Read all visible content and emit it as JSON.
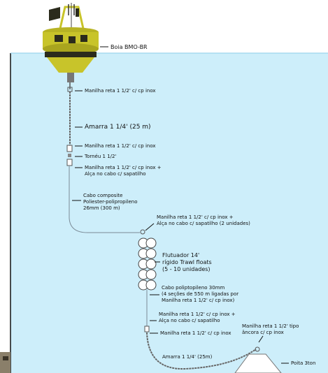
{
  "labels": {
    "buoy": "Boia BMO-BR",
    "shackle_top": "Manilha reta 1 1/2' c/ cp inox",
    "chain_top": "Amarra 1 1/4' (25 m)",
    "shackle_2": "Manilha reta 1 1/2' c/ cp inox",
    "swivel": "Tornéu 1 1/2'",
    "shackle_3": "Manilha reta 1 1/2' c/ cp inox +\nAlça no cabo c/ sapatilho",
    "composite_cable": "Cabo composite\nPoliester-polipropileno\n26mm (300 m)",
    "shackle_4": "Manilha reta 1 1/2' c/ cp inox +\nAlça no cabo c/ sapatilho (2 unidades)",
    "floats": "Flutuador 14'\nrígido Trawl floats\n(5 - 10 unidades)",
    "pp_cable": "Cabo poliptopileno 30mm\n(4 seções de 550 m ligadas por\nManilha reta 1 1/2' c/ cp inox)",
    "shackle_5": "Manilha reta 1 1/2' c/ cp inox +\nAlça no cabo c/ sapatilho",
    "shackle_6": "Manilha reta 1 1/2' c/ cp inox",
    "anchor_shackle": "Manilha reta 1 1/2' tipo\nâncora c/ cp inox",
    "chain_bottom": "Amarra 1 1/4' (25m)",
    "anchor": "Poita 3ton"
  },
  "colors": {
    "water": "#cdeefa",
    "buoy_yellow": "#c8c42a",
    "buoy_dark": "#2b2b1c",
    "chain": "#666666",
    "float": "#ffffff"
  }
}
